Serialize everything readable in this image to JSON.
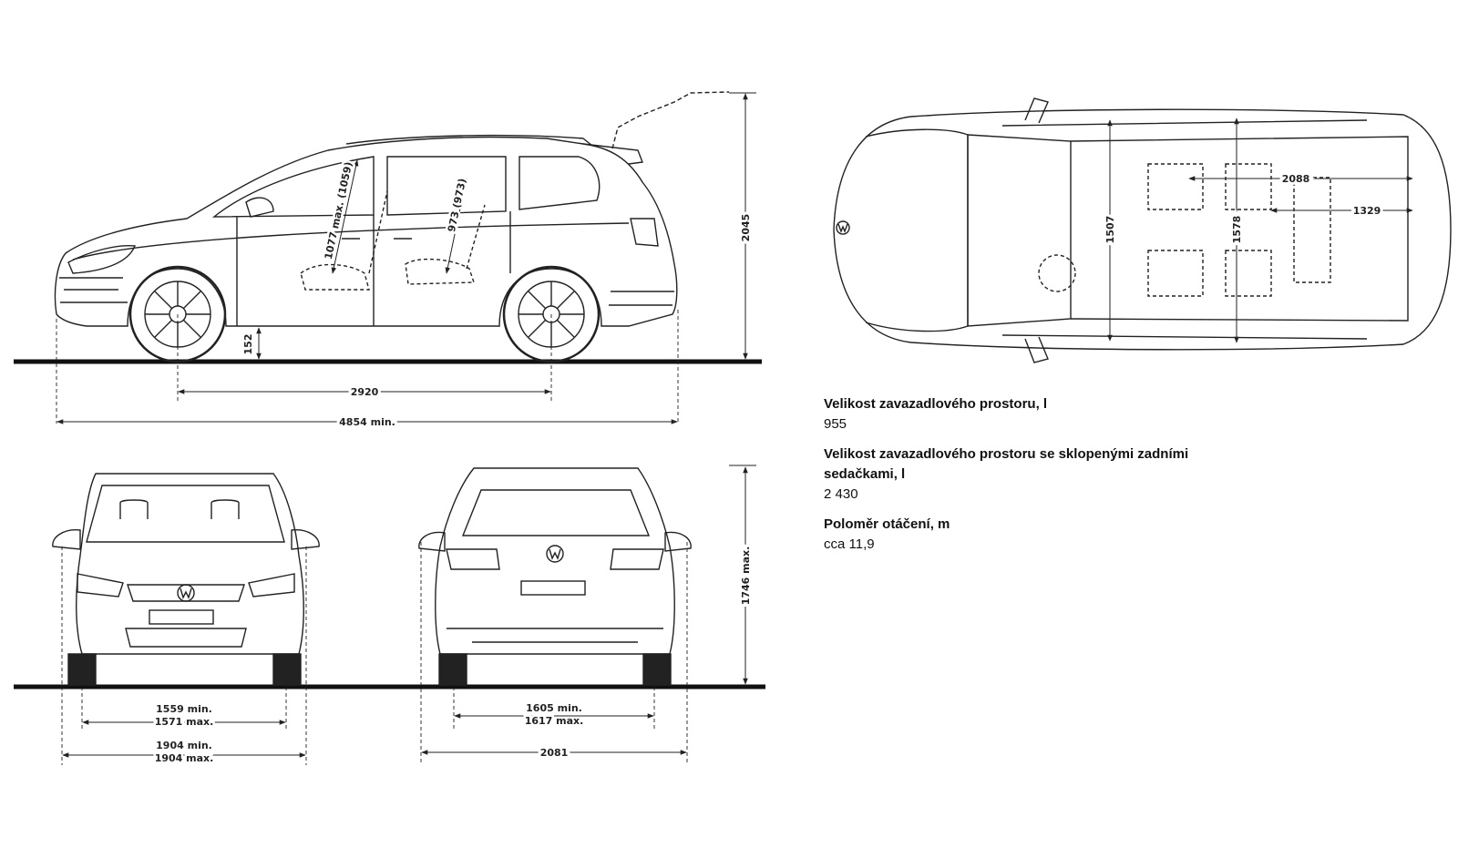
{
  "dimensions": {
    "side_wheelbase": "2920",
    "side_length": "4854 min.",
    "side_height": "2045",
    "side_ground_clearance": "152",
    "side_front_headroom": "1077 max. (1059)",
    "side_rear_headroom": "973 (973)",
    "top_cargo_length_2": "2088",
    "top_cargo_length_1": "1329",
    "top_width_front": "1507",
    "top_width_rear": "1578",
    "front_track_min": "1559 min.",
    "front_track_max": "1571 max.",
    "front_width_min": "1904 min.",
    "front_width_max": "1904 max.",
    "rear_track_min": "1605 min.",
    "rear_track_max": "1617 max.",
    "rear_width": "2081",
    "rear_height": "1746 max."
  },
  "specs": [
    {
      "label": "Velikost zavazadlového prostoru, l",
      "value": "955"
    },
    {
      "label": "Velikost zavazadlového prostoru se sklopenými zadními sedačkami, l",
      "value": "2 430"
    },
    {
      "label": "Poloměr otáčení, m",
      "value": "cca 11,9"
    }
  ],
  "colors": {
    "line": "#222222",
    "ground": "#111111"
  },
  "icons": [
    "vw-logo-icon",
    "wheel-icon",
    "seat-icon",
    "mirror-icon"
  ]
}
